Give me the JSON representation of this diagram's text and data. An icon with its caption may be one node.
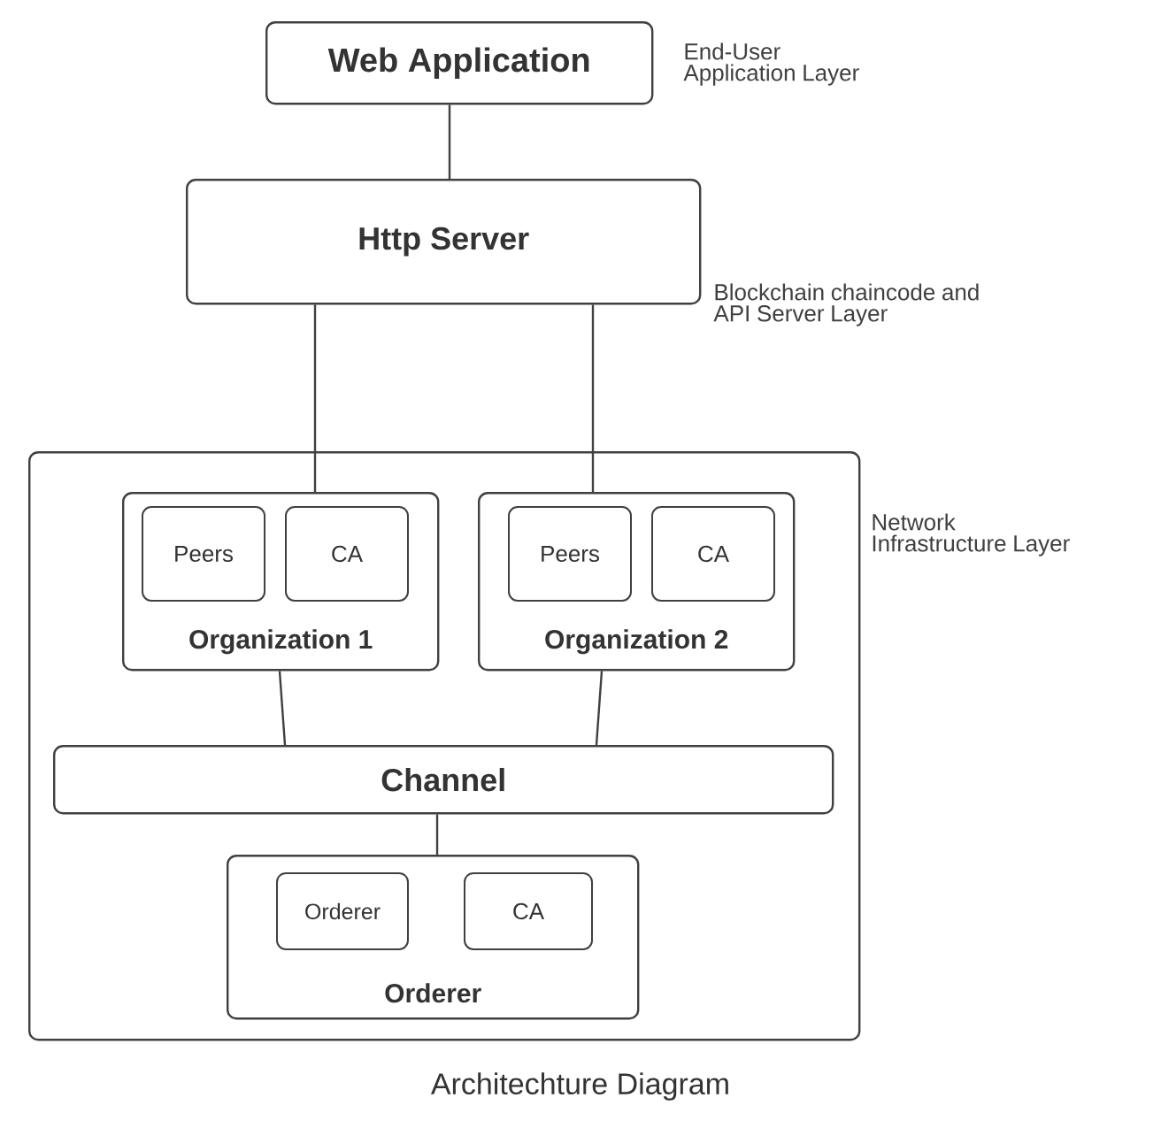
{
  "diagram": {
    "caption": "Architechture Diagram",
    "nodes": [
      {
        "text": [
          "Web Application"
        ],
        "beside": [
          "End-User Application Layer"
        ]
      },
      {
        "text": [
          "Http Server"
        ],
        "beside": [
          "Blockchain chaincode and API Server Layer"
        ]
      },
      {
        "text": [],
        "shape": "box",
        "beside": [
          "Network Infrastructure Layer"
        ]
      },
      {
        "text": [
          "Organization 1"
        ],
        "in": 2
      },
      {
        "text": [
          "Peers"
        ],
        "in": 3
      },
      {
        "text": [
          "CA"
        ],
        "in": 3
      },
      {
        "text": [
          "Organization 2"
        ],
        "in": 2
      },
      {
        "text": [
          "Peers"
        ],
        "in": 6
      },
      {
        "text": [
          "CA"
        ],
        "in": 6
      },
      {
        "text": [
          "Channel"
        ],
        "in": 2
      },
      {
        "text": [
          "Orderer"
        ],
        "in": 2
      },
      {
        "text": [
          "Orderer"
        ],
        "in": 10
      },
      {
        "text": [
          "CA"
        ],
        "in": 10
      }
    ],
    "edges": [
      {
        "from": 0,
        "to": 1,
        "arrow": "none"
      },
      {
        "from": 1,
        "to": 3,
        "arrow": "none"
      },
      {
        "from": 1,
        "to": 6,
        "arrow": "none"
      },
      {
        "from": 3,
        "to": 9,
        "arrow": "none"
      },
      {
        "from": 6,
        "to": 9,
        "arrow": "none"
      },
      {
        "from": 9,
        "to": 10,
        "arrow": "none"
      }
    ]
  }
}
